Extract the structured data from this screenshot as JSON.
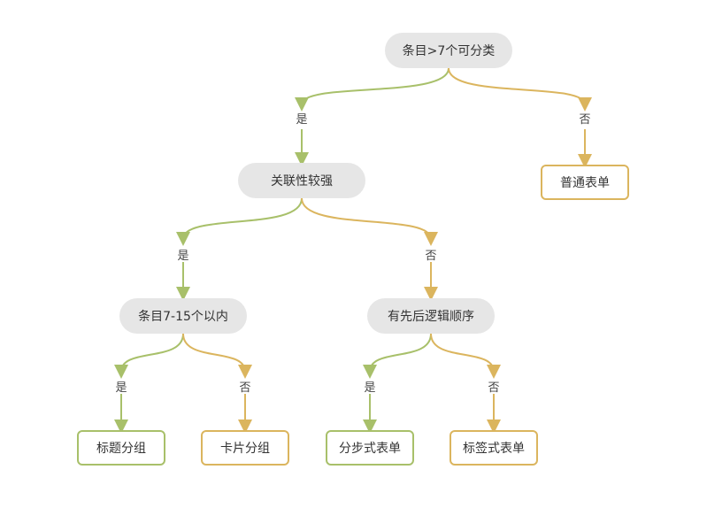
{
  "colors": {
    "yes": "#a8c06a",
    "no": "#dbb55e",
    "decision_bg": "#e6e6e6"
  },
  "nodes": {
    "root": "条目>7个可分类",
    "association": "关联性较强",
    "count_range": "条目7-15个以内",
    "logical_order": "有先后逻辑顺序",
    "plain_form": "普通表单",
    "title_group": "标题分组",
    "card_group": "卡片分组",
    "step_form": "分步式表单",
    "tab_form": "标签式表单"
  },
  "labels": {
    "yes": "是",
    "no": "否"
  }
}
